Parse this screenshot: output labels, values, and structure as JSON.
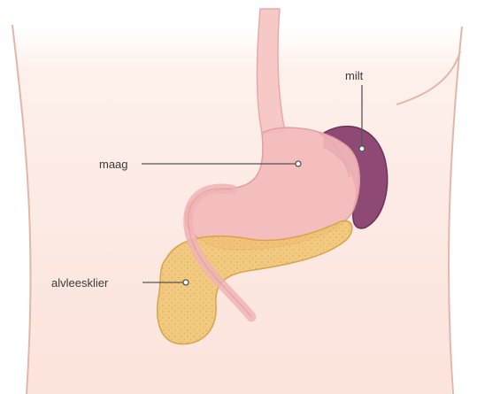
{
  "labels": {
    "spleen": "milt",
    "stomach": "maag",
    "pancreas": "alvleesklier"
  },
  "colors": {
    "skin": "#fce6df",
    "outline": "#e2b7aa",
    "esophagus": "#f6c9c6",
    "stomach": "#f3b9bb",
    "pancreas": "#efc36e",
    "pancreas_dots": "#d59e3e",
    "spleen": "#8e4a75",
    "leader": "#555555"
  }
}
